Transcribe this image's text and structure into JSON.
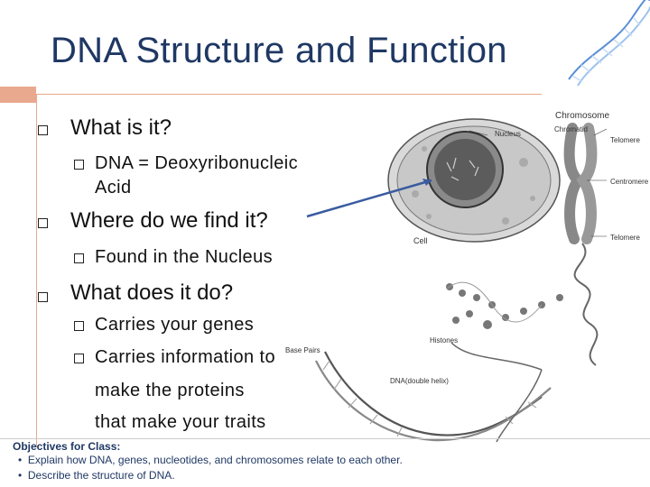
{
  "slide": {
    "title": "DNA Structure and Function"
  },
  "bullets": [
    {
      "text": "What is it?",
      "children": [
        {
          "text_line1": "DNA = Deoxyribonucleic",
          "text_line2": "Acid"
        }
      ]
    },
    {
      "text": "Where do we find it?",
      "children": [
        {
          "text_line1": "Found in the Nucleus"
        }
      ]
    },
    {
      "text": "What does it do?",
      "children": [
        {
          "text_line1": "Carries your genes"
        },
        {
          "text_line1": "Carries information to",
          "text_line2": "make the proteins",
          "text_line3": "that make your traits"
        }
      ]
    }
  ],
  "diagram_labels": {
    "nucleus": "Nucleus",
    "cell": "Cell",
    "chromosome": "Chromosome",
    "chromatid": "Chromatid",
    "telomere_top": "Telomere",
    "centromere": "Centromere",
    "telomere_bottom": "Telomere",
    "histones": "Histones",
    "base_pairs": "Base Pairs",
    "dna_helix": "DNA(double helix)"
  },
  "footer": {
    "heading": "Objectives for Class:",
    "items": [
      "Explain how DNA, genes, nucleotides, and chromosomes relate to each other.",
      "Describe the structure of DNA."
    ]
  },
  "colors": {
    "title": "#1f3864",
    "accent": "#e8a98f",
    "arrow": "#3a5ba0"
  },
  "icons": {
    "bullet": "hollow-square",
    "logo": "dna-helix-image"
  }
}
